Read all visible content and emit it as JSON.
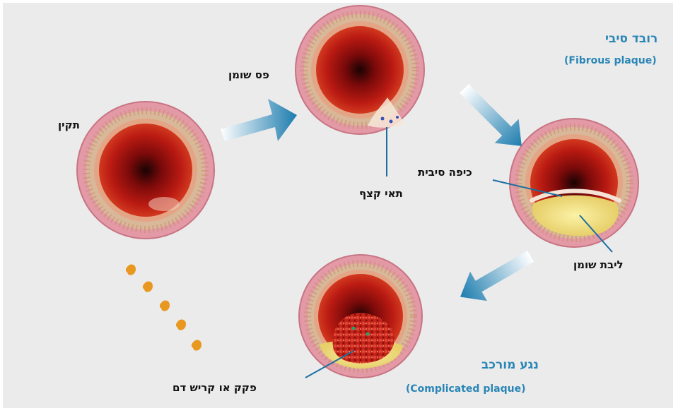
{
  "stages": {
    "normal": "תקין",
    "fatty_streak": "פס שומן",
    "foam_cells": "תאי קצף",
    "fibrous_title": "רובד סיבי",
    "fibrous_en": "(Fibrous plaque)",
    "fibrous_cap": "כיפה סיבית",
    "lipid_core": "ליבת שומן",
    "complicated_title": "נגע מורכב",
    "complicated_en": "(Complicated plaque)",
    "thrombus": "פקק או קריש דם"
  },
  "colors": {
    "panel_bg": "#ebebeb",
    "title_blue": "#2a86b6",
    "arrow_dark": "#1c7cae",
    "arrow_light": "#ffffff",
    "cell_orange": "#e8971f",
    "pointer_line": "#1a6fa0"
  }
}
